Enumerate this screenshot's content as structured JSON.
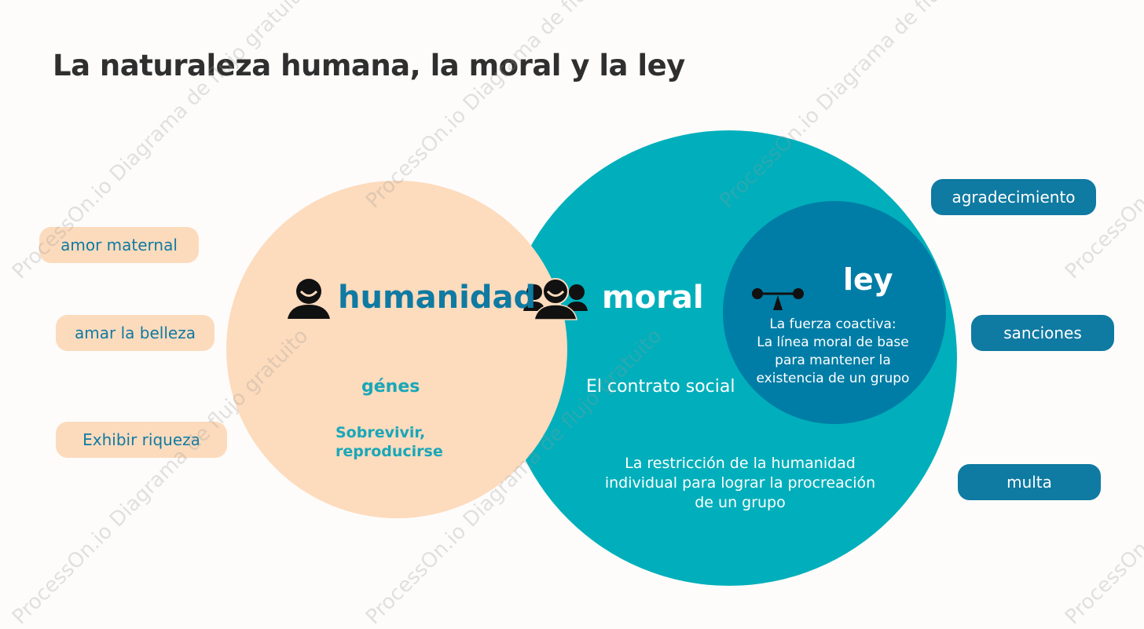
{
  "title": "La naturaleza humana, la moral y la ley",
  "watermark": "ProcessOn.io Diagrama de flujo gratuito",
  "colors": {
    "humanity_circle": "#fddbbd",
    "moral_circle": "#00afbb",
    "law_circle": "#007da6",
    "accent_blue": "#0f7aa2",
    "teal_text": "#19a7b8"
  },
  "left_pills": [
    "amor maternal",
    "amar la belleza",
    "Exhibir riqueza"
  ],
  "right_pills": [
    "agradecimiento",
    "sanciones",
    "multa"
  ],
  "humanity": {
    "label": "humanidad",
    "icon": "person-icon",
    "genes": "génes",
    "drive": "Sobrevivir,\nreproducirse"
  },
  "moral": {
    "label": "moral",
    "icon": "group-icon",
    "contract": "El contrato social",
    "restriction": "La restricción de la humanidad\nindividual para lograr la procreación\nde un grupo"
  },
  "law": {
    "label": "ley",
    "icon": "balance-icon",
    "description": "La fuerza coactiva:\nLa línea moral de base\npara mantener la\nexistencia de un grupo"
  }
}
